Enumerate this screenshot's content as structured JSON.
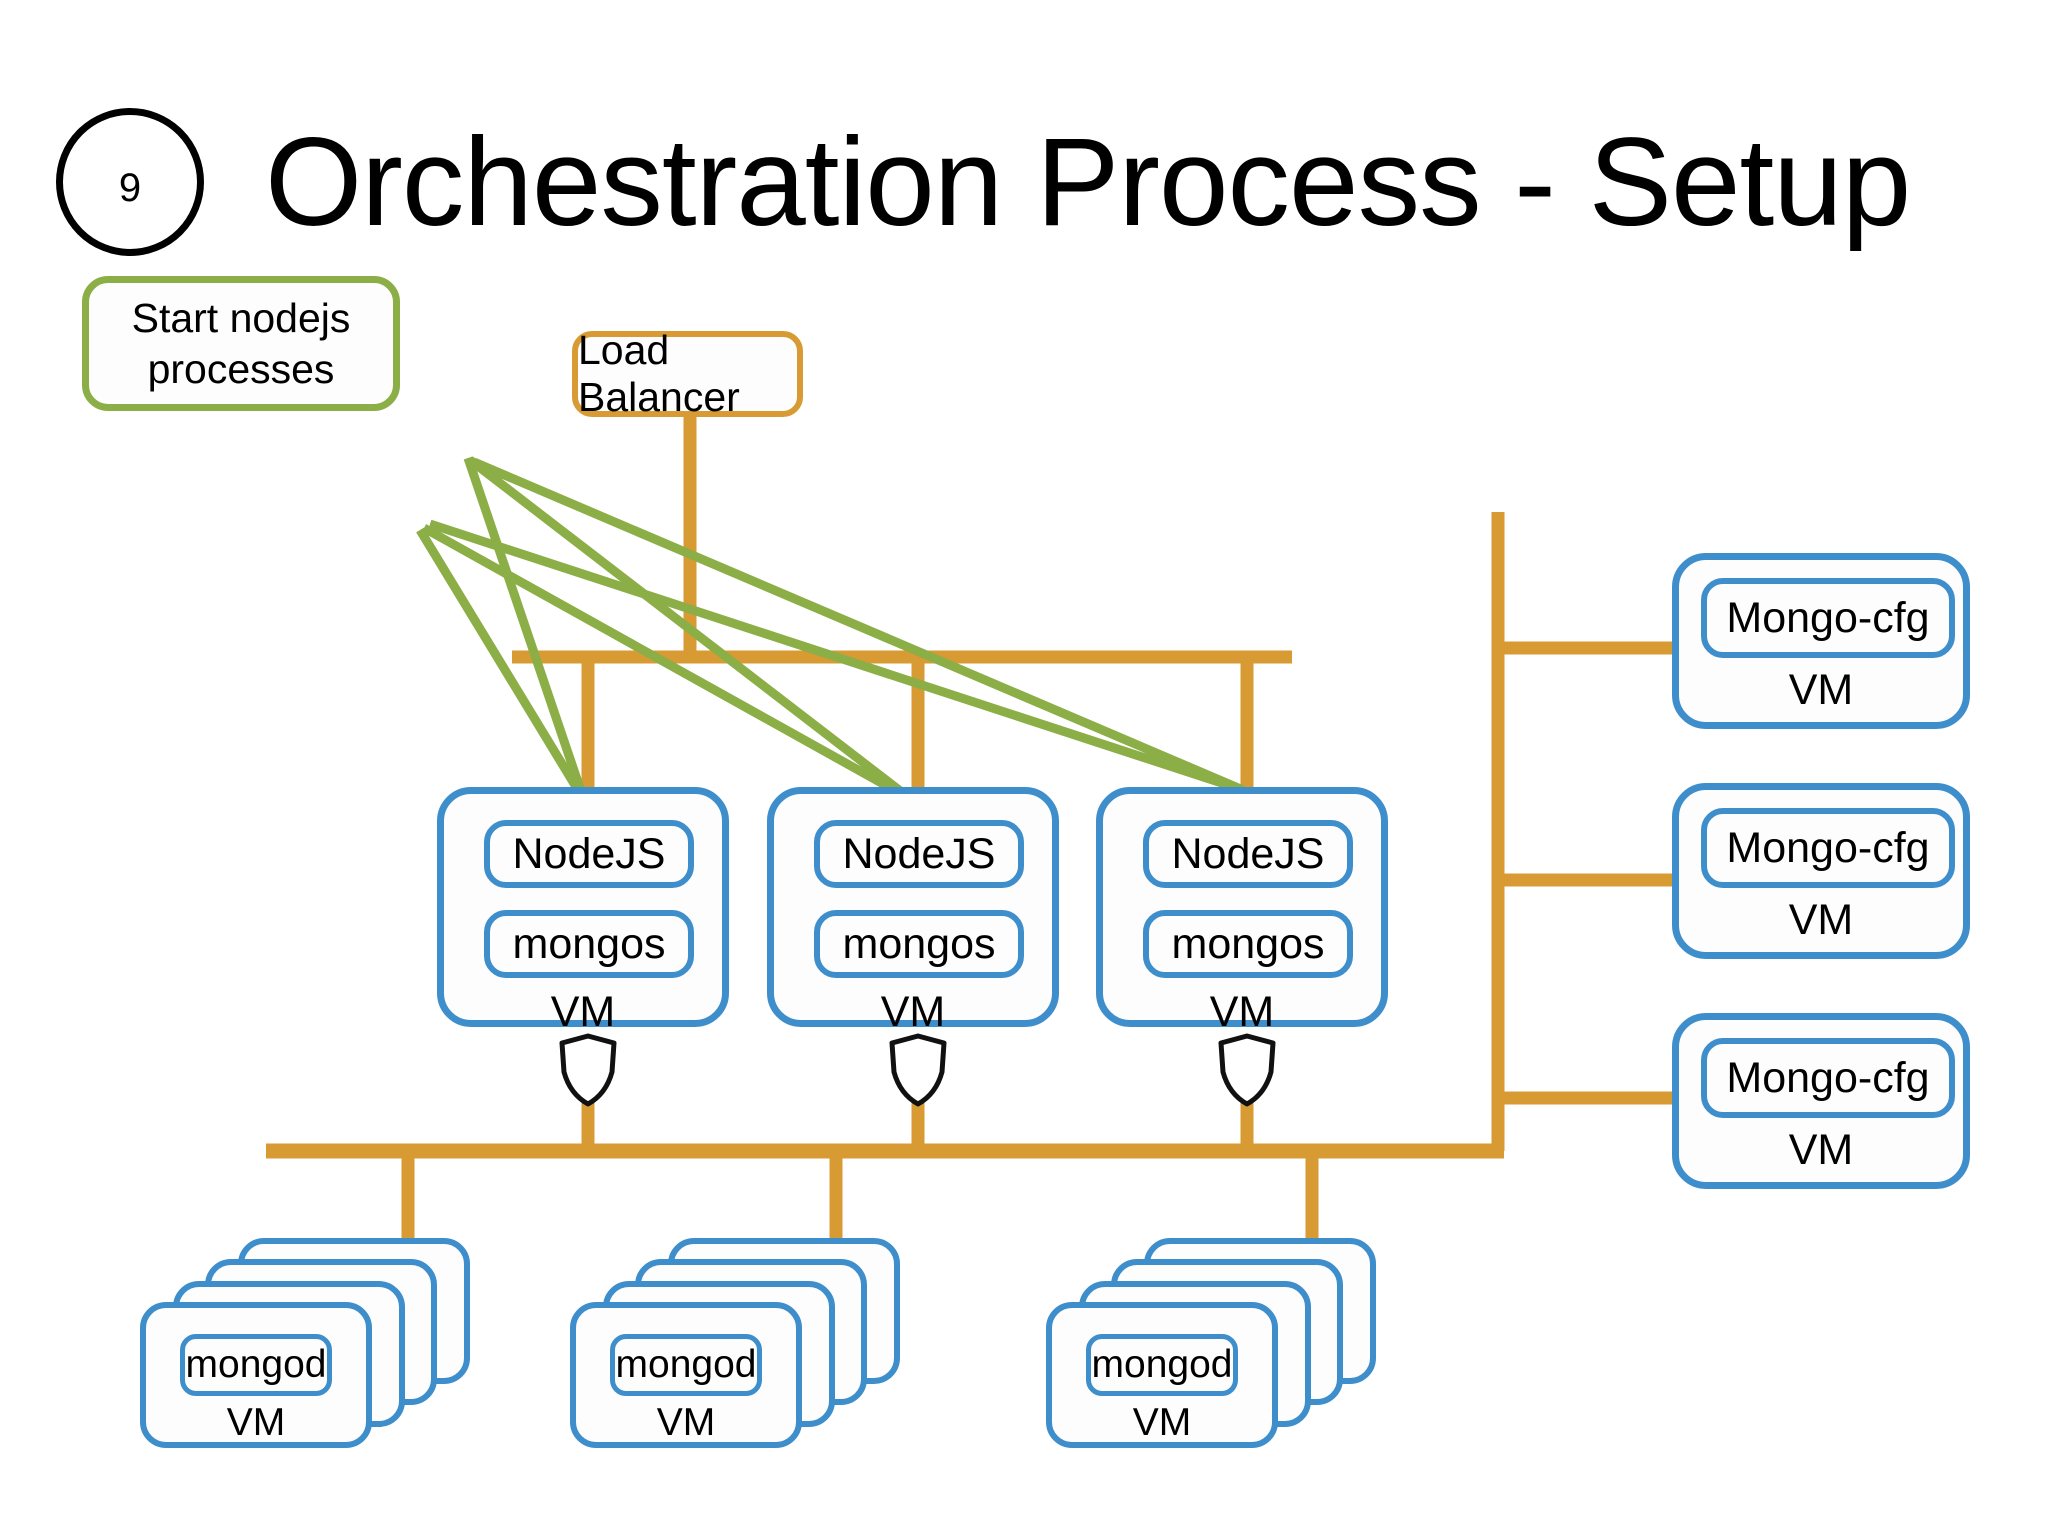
{
  "slide": {
    "number": "9",
    "title": "Orchestration Process - Setup"
  },
  "colors": {
    "blue": "#3F8ECC",
    "orange": "#D89B33",
    "green": "#8CAE46",
    "black": "#000000",
    "background": "#FFFFFF"
  },
  "callout": {
    "line1": "Start nodejs",
    "line2": "processes"
  },
  "load_balancer": {
    "label": "Load Balancer"
  },
  "app_tier": {
    "vm_label": "VM",
    "nodes": [
      {
        "service_top": "NodeJS",
        "service_bottom": "mongos",
        "vm_label": "VM",
        "shield": "shield-icon"
      },
      {
        "service_top": "NodeJS",
        "service_bottom": "mongos",
        "vm_label": "VM",
        "shield": "shield-icon"
      },
      {
        "service_top": "NodeJS",
        "service_bottom": "mongos",
        "vm_label": "VM",
        "shield": "shield-icon"
      }
    ]
  },
  "config_tier": {
    "servers": [
      {
        "label": "Mongo-cfg",
        "vm_label": "VM"
      },
      {
        "label": "Mongo-cfg",
        "vm_label": "VM"
      },
      {
        "label": "Mongo-cfg",
        "vm_label": "VM"
      }
    ]
  },
  "data_tier": {
    "shards": [
      {
        "label": "mongod",
        "vm_label": "VM",
        "stack_count": 4
      },
      {
        "label": "mongod",
        "vm_label": "VM",
        "stack_count": 4
      },
      {
        "label": "mongod",
        "vm_label": "VM",
        "stack_count": 4
      }
    ]
  }
}
